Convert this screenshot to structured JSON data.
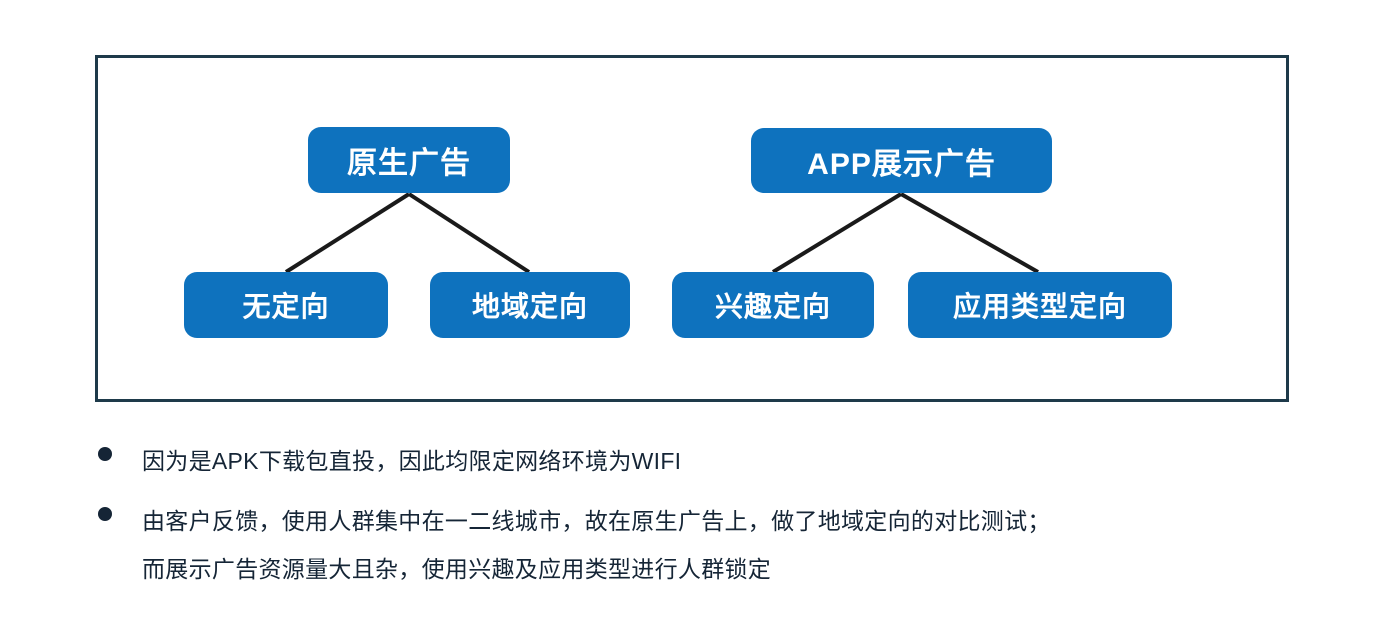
{
  "diagram": {
    "frame_border_color": "#1e3a4a",
    "node_fill_color": "#0e72be",
    "node_text_color": "#ffffff",
    "connector_color": "#1a1a1a",
    "trees": [
      {
        "parent": {
          "label": "原生广告"
        },
        "children": [
          {
            "label": "无定向"
          },
          {
            "label": "地域定向"
          }
        ]
      },
      {
        "parent": {
          "label": "APP展示广告"
        },
        "children": [
          {
            "label": "兴趣定向"
          },
          {
            "label": "应用类型定向"
          }
        ]
      }
    ]
  },
  "notes": {
    "text_color": "#152536",
    "items": [
      {
        "bullet": "disc-bullet-icon",
        "lines": [
          "因为是APK下载包直投，因此均限定网络环境为WIFI"
        ]
      },
      {
        "bullet": "disc-bullet-icon",
        "lines": [
          "由客户反馈，使用人群集中在一二线城市，故在原生广告上，做了地域定向的对比测试；",
          "而展示广告资源量大且杂，使用兴趣及应用类型进行人群锁定"
        ]
      }
    ]
  }
}
